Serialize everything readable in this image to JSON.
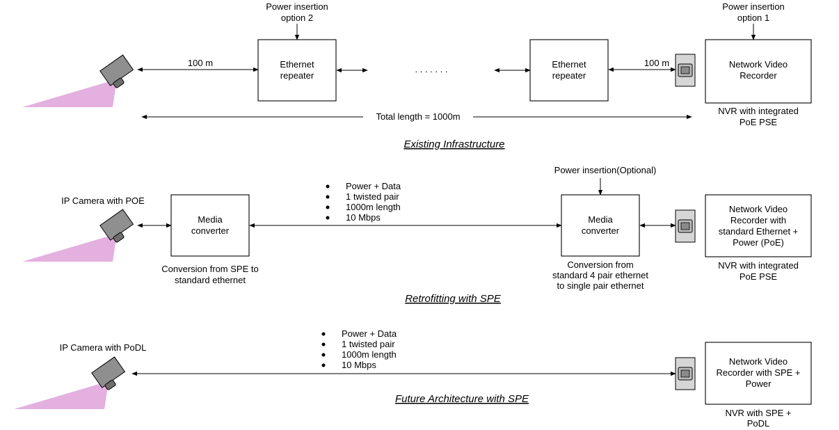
{
  "colors": {
    "beam": "#e3b0e0",
    "camera": "#8f8f8f",
    "port": "#d6d6d6"
  },
  "section1": {
    "heading": "Existing Infrastructure",
    "power_option2": [
      "Power insertion",
      "option 2"
    ],
    "power_option1": [
      "Power insertion",
      "option 1"
    ],
    "length_left": "100 m",
    "length_right": "100 m",
    "repeater1": [
      "Ethernet",
      "repeater"
    ],
    "repeater2": [
      "Ethernet",
      "repeater"
    ],
    "dots": ". . . . . . .",
    "total_length": "Total length = 1000m",
    "nvr": [
      "Network Video",
      "Recorder"
    ],
    "nvr_caption": [
      "NVR with integrated",
      "PoE PSE"
    ]
  },
  "section2": {
    "heading": "Retrofitting with SPE",
    "camera_label": "IP Camera with POE",
    "converter1": [
      "Media",
      "converter"
    ],
    "converter1_caption": [
      "Conversion from SPE to",
      "standard ethernet"
    ],
    "bullets": [
      "Power + Data",
      "1 twisted pair",
      "1000m length",
      "10 Mbps"
    ],
    "power_insertion": "Power insertion(Optional)",
    "converter2": [
      "Media",
      "converter"
    ],
    "converter2_caption": [
      "Conversion from",
      "standard 4 pair ethernet",
      "to single pair ethernet"
    ],
    "nvr": [
      "Network Video",
      "Recorder with",
      "standard Ethernet +",
      "Power (PoE)"
    ],
    "nvr_caption": [
      "NVR with integrated",
      "PoE PSE"
    ]
  },
  "section3": {
    "heading": "Future Architecture with SPE",
    "camera_label": "IP Camera with PoDL",
    "bullets": [
      "Power + Data",
      "1 twisted pair",
      "1000m length",
      "10 Mbps"
    ],
    "nvr": [
      "Network Video",
      "Recorder with SPE +",
      "Power"
    ],
    "nvr_caption": [
      "NVR with SPE +",
      "PoDL"
    ]
  }
}
